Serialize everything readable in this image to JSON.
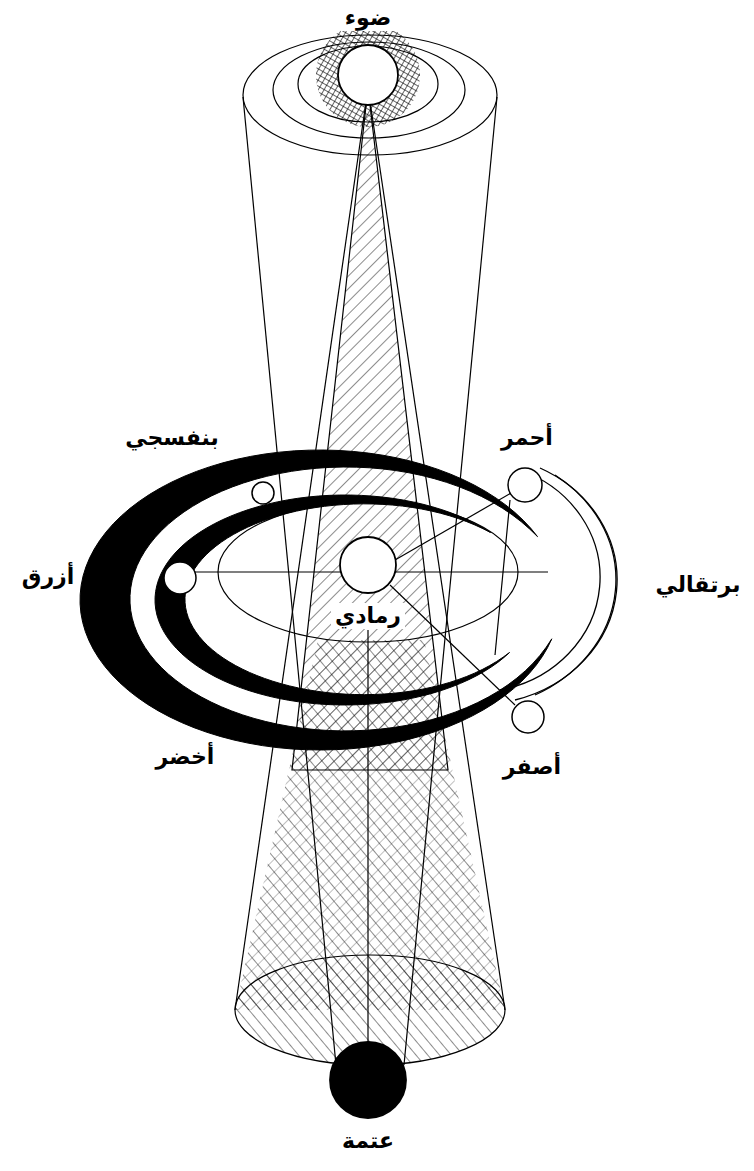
{
  "diagram": {
    "nodes": [
      {
        "text": [
          "ضوء"
        ]
      },
      {
        "text": [
          "رمادي"
        ]
      },
      {
        "text": [
          "عتمة"
        ]
      }
    ],
    "labels": [
      "بنفسجي",
      "أحمر",
      "برتقالي",
      "أزرق",
      "أخضر",
      "أصفر"
    ]
  }
}
